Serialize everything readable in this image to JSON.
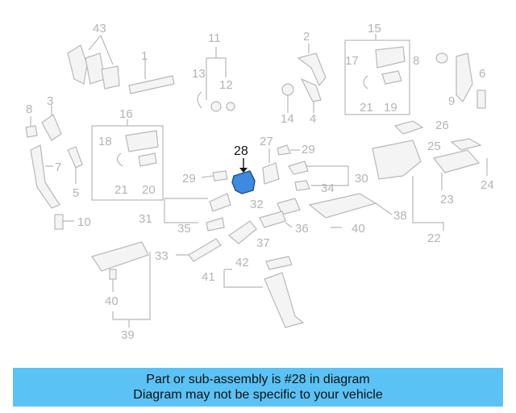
{
  "diagram": {
    "highlighted_part": "28",
    "callouts": [
      "43",
      "1",
      "11",
      "13",
      "12",
      "2",
      "15",
      "17",
      "21",
      "19",
      "8",
      "6",
      "9",
      "3",
      "8",
      "16",
      "18",
      "21",
      "20",
      "7",
      "5",
      "10",
      "14",
      "4",
      "26",
      "25",
      "24",
      "27",
      "29",
      "28",
      "29",
      "30",
      "34",
      "32",
      "31",
      "35",
      "36",
      "40",
      "38",
      "22",
      "23",
      "33",
      "42",
      "41",
      "40",
      "39",
      "37"
    ],
    "highlight_color": "#3d8be0"
  },
  "banner": {
    "line1": "Part or sub-assembly is #28 in diagram",
    "line2": "Diagram may not be specific to your vehicle",
    "background": "#5bc2f5"
  }
}
